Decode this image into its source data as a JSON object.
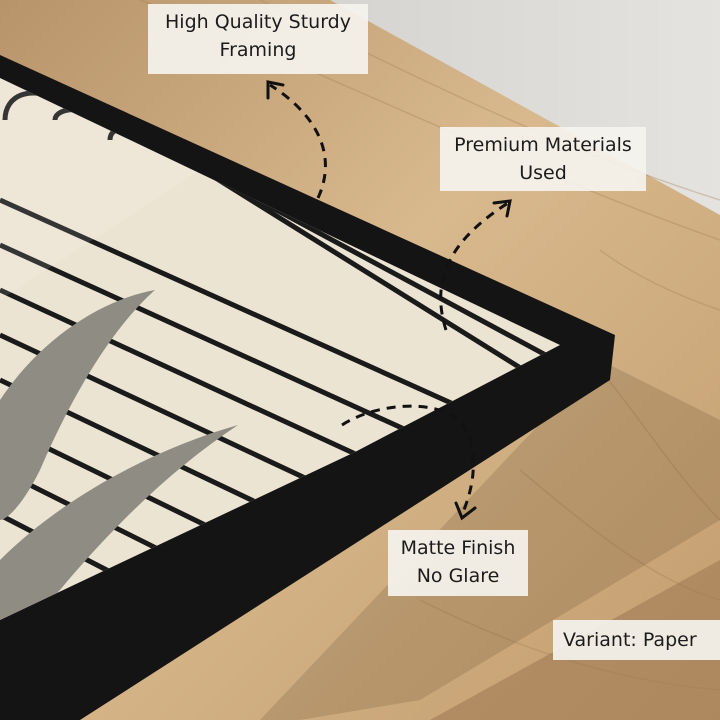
{
  "callouts": {
    "framing": {
      "line1": "High Quality Sturdy",
      "line2": "Framing"
    },
    "materials": {
      "line1": "Premium Materials",
      "line2": "Used"
    },
    "finish": {
      "line1": "Matte Finish",
      "line2": "No Glare"
    }
  },
  "variant_label": "Variant: Paper",
  "colors": {
    "frame": "#141414",
    "print_background": "#ece4d3",
    "leaf": "#8f8c84",
    "wood": "#c9a77e",
    "wall": "#d7d6d3"
  }
}
